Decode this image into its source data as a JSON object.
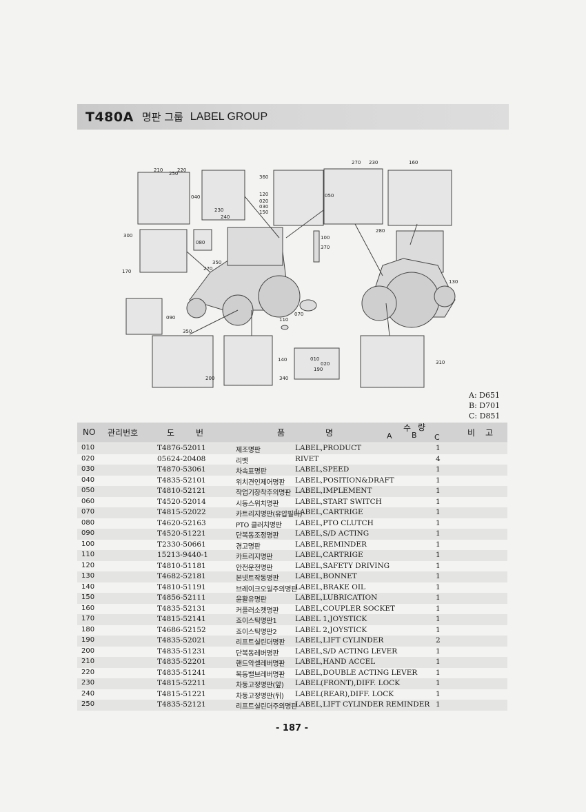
{
  "title": {
    "code": "T480A",
    "korean": "명판 그룹",
    "english": "LABEL GROUP"
  },
  "diagram": {
    "callouts": [
      "210",
      "250",
      "220",
      "040",
      "230",
      "240",
      "360",
      "120",
      "020",
      "030",
      "150",
      "270",
      "230",
      "160",
      "050",
      "280",
      "300",
      "080",
      "100",
      "370",
      "170",
      "270",
      "350",
      "130",
      "090",
      "070",
      "110",
      "350",
      "140",
      "010",
      "020",
      "340",
      "190",
      "200",
      "310"
    ]
  },
  "models": [
    "A: D651",
    "B: D701",
    "C: D851"
  ],
  "table": {
    "headers": {
      "no": "NO",
      "mgmt": "관리번호",
      "do": "도",
      "beon": "번",
      "pum": "품",
      "myeong": "명",
      "su": "수",
      "ryang": "량",
      "a": "A",
      "b": "B",
      "c": "C",
      "bi": "비",
      "go": "고"
    },
    "rows": [
      {
        "no": "010",
        "part": "T4876-52011",
        "ko": "제조명판",
        "en": "LABEL,PRODUCT",
        "qty": "1"
      },
      {
        "no": "020",
        "part": "05624-20408",
        "ko": "리벳",
        "en": "RIVET",
        "qty": "4"
      },
      {
        "no": "030",
        "part": "T4870-53061",
        "ko": "차속표명판",
        "en": "LABEL,SPEED",
        "qty": "1"
      },
      {
        "no": "040",
        "part": "T4835-52101",
        "ko": "위치견인제어명판",
        "en": "LABEL,POSITION&DRAFT",
        "qty": "1"
      },
      {
        "no": "050",
        "part": "T4810-52121",
        "ko": "작업기장착주의명판",
        "en": "LABEL,IMPLEMENT",
        "qty": "1"
      },
      {
        "no": "060",
        "part": "T4520-52014",
        "ko": "시동스위치명판",
        "en": "LABEL,START SWITCH",
        "qty": "1"
      },
      {
        "no": "070",
        "part": "T4815-52022",
        "ko": "카트리지명판(유압필터)",
        "en": "LABEL,CARTRIGE",
        "qty": "1"
      },
      {
        "no": "080",
        "part": "T4620-52163",
        "ko": "PTO 클러치명판",
        "en": "LABEL,PTO CLUTCH",
        "qty": "1"
      },
      {
        "no": "090",
        "part": "T4520-51221",
        "ko": "단복동조정명판",
        "en": "LABEL,S/D ACTING",
        "qty": "1"
      },
      {
        "no": "100",
        "part": "T2330-50661",
        "ko": "경고명판",
        "en": "LABEL,REMINDER",
        "qty": "1"
      },
      {
        "no": "110",
        "part": "15213-9440-1",
        "ko": "카트리지명판",
        "en": "LABEL,CARTRIGE",
        "qty": "1"
      },
      {
        "no": "120",
        "part": "T4810-51181",
        "ko": "안전운전명판",
        "en": "LABEL,SAFETY DRIVING",
        "qty": "1"
      },
      {
        "no": "130",
        "part": "T4682-52181",
        "ko": "본넷트작동명판",
        "en": "LABEL,BONNET",
        "qty": "1"
      },
      {
        "no": "140",
        "part": "T4810-51191",
        "ko": "브레이크오일주의명판",
        "en": "LABEL,BRAKE OIL",
        "qty": "1"
      },
      {
        "no": "150",
        "part": "T4856-52111",
        "ko": "윤활유명판",
        "en": "LABEL,LUBRICATION",
        "qty": "1"
      },
      {
        "no": "160",
        "part": "T4835-52131",
        "ko": "커플러소켓명판",
        "en": "LABEL,COUPLER SOCKET",
        "qty": "1"
      },
      {
        "no": "170",
        "part": "T4815-52141",
        "ko": "죠이스틱명판1",
        "en": "LABEL 1,JOYSTICK",
        "qty": "1"
      },
      {
        "no": "180",
        "part": "T4686-52152",
        "ko": "죠이스틱명판2",
        "en": "LABEL 2,JOYSTICK",
        "qty": "1"
      },
      {
        "no": "190",
        "part": "T4835-52021",
        "ko": "리프트실린더명판",
        "en": "LABEL,LIFT CYLINDER",
        "qty": "2"
      },
      {
        "no": "200",
        "part": "T4835-51231",
        "ko": "단복동레버명판",
        "en": "LABEL,S/D ACTING LEVER",
        "qty": "1"
      },
      {
        "no": "210",
        "part": "T4835-52201",
        "ko": "핸드악셀레버명판",
        "en": "LABEL,HAND ACCEL",
        "qty": "1"
      },
      {
        "no": "220",
        "part": "T4835-51241",
        "ko": "복동밸브레버명판",
        "en": "LABEL,DOUBLE ACTING LEVER",
        "qty": "1"
      },
      {
        "no": "230",
        "part": "T4815-52211",
        "ko": "차동고정명판(앞)",
        "en": "LABEL(FRONT),DIFF. LOCK",
        "qty": "1"
      },
      {
        "no": "240",
        "part": "T4815-51221",
        "ko": "차동고정명판(뒤)",
        "en": "LABEL(REAR),DIFF. LOCK",
        "qty": "1"
      },
      {
        "no": "250",
        "part": "T4835-52121",
        "ko": "리프트실린더주의명판",
        "en": "LABEL,LIFT CYLINDER REMINDER",
        "qty": "1"
      }
    ]
  },
  "page_number": "- 187 -"
}
